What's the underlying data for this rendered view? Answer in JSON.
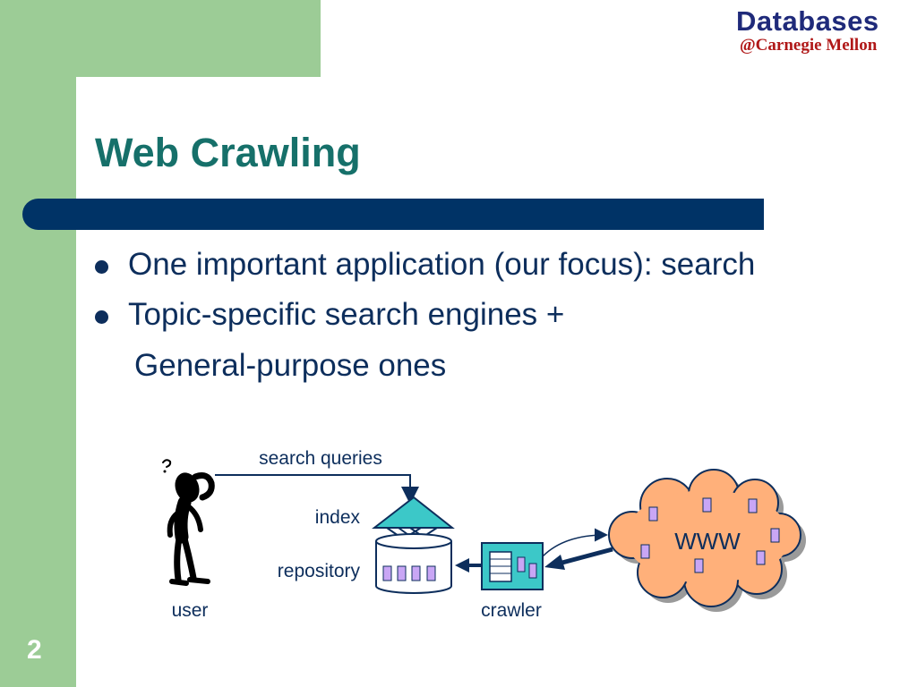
{
  "header": {
    "logo_title": "Databases",
    "logo_subtitle": "@Carnegie Mellon"
  },
  "slide": {
    "title": "Web Crawling",
    "number": "2",
    "bullets": [
      "One important application (our focus): search",
      "Topic-specific search engines +",
      "General-purpose ones"
    ]
  },
  "diagram": {
    "labels": {
      "search_queries": "search queries",
      "index": "index",
      "repository": "repository",
      "user": "user",
      "crawler": "crawler",
      "www": "WWW"
    }
  },
  "colors": {
    "band_green": "#9ccc96",
    "title_bar": "#003366",
    "title_text": "#16706a",
    "body_text": "#0d2e5c",
    "teal_component": "#3cc8c8",
    "cloud_fill": "#ffb07a",
    "page_icon": "#c9a6f5"
  }
}
